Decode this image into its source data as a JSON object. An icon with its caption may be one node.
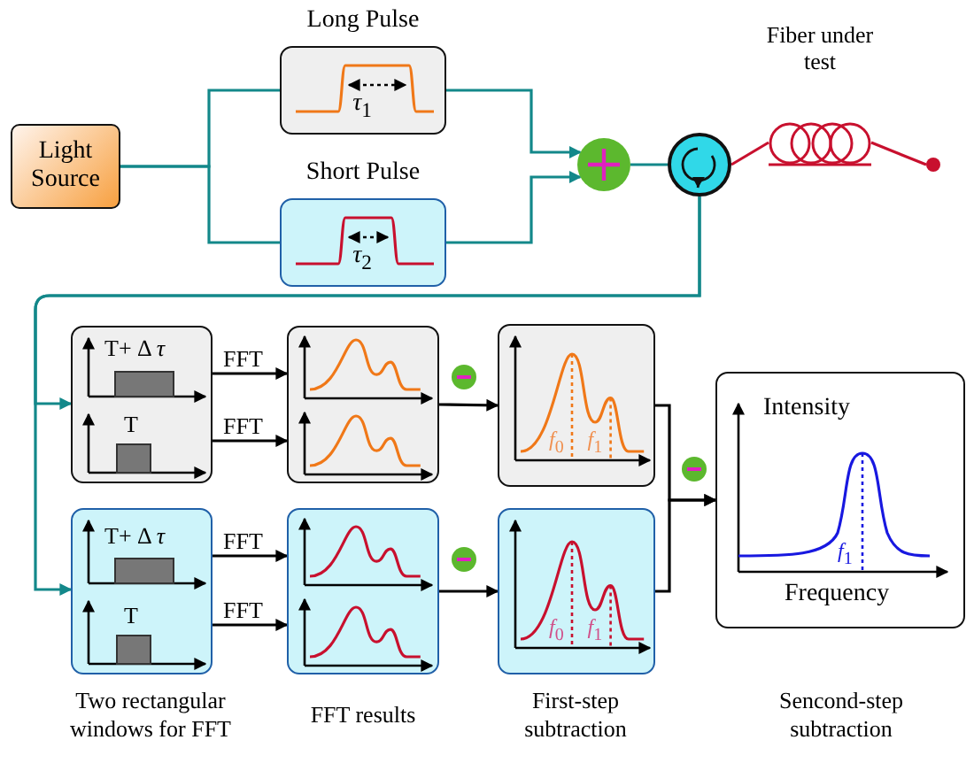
{
  "diagram": {
    "nodes": [
      {
        "text": [
          "Light Source"
        ]
      },
      {
        "text": [
          "Long Pulse",
          "*τ*$_{1}$"
        ]
      },
      {
        "text": [
          "Short Pulse",
          "*τ*$_{2}$"
        ]
      },
      {
        "text": [],
        "shape": "circle"
      },
      {
        "text": [],
        "shape": "circle"
      },
      {
        "text": [
          "Fiber under test"
        ]
      },
      {
        "text": [],
        "shape": "circle"
      },
      {
        "text": [
          "T+ Δ *τ*",
          "T"
        ]
      },
      {
        "text": [],
        "shape": "box"
      },
      {
        "text": [
          "*f*$_{0}$",
          "*f*$_{1}$"
        ]
      },
      {
        "text": [
          "T+ Δ *τ*",
          "T"
        ]
      },
      {
        "text": [],
        "shape": "box"
      },
      {
        "text": [
          "*f*$_{0}$",
          "*f*$_{1}$"
        ]
      },
      {
        "text": [
          "Intensity",
          "*f*$_{1}$",
          "Frequency"
        ]
      }
    ],
    "edges": [
      {
        "from": 0,
        "to": 1,
        "arrow": "none",
        "color": "#13888a"
      },
      {
        "from": 0,
        "to": 2,
        "arrow": "none",
        "color": "#13888a"
      },
      {
        "from": 1,
        "to": 3,
        "arrow": "to",
        "color": "#13888a"
      },
      {
        "from": 2,
        "to": 3,
        "arrow": "to",
        "color": "#13888a"
      },
      {
        "from": 3,
        "to": 4,
        "arrow": "none",
        "color": "#13888a"
      },
      {
        "from": 4,
        "to": 5,
        "arrow": "none",
        "color": "#c8102e"
      },
      {
        "from": 5,
        "to": 6,
        "arrow": "none",
        "color": "#c8102e"
      },
      {
        "from": 4,
        "to": 7,
        "arrow": "to",
        "color": "#13888a"
      },
      {
        "from": 4,
        "to": 10,
        "arrow": "to",
        "color": "#13888a"
      },
      {
        "from": 7,
        "to": 8,
        "arrow": "to",
        "label": "FFT"
      },
      {
        "from": 7,
        "to": 8,
        "arrow": "to",
        "label": "FFT"
      },
      {
        "from": 10,
        "to": 11,
        "arrow": "to",
        "label": "FFT"
      },
      {
        "from": 10,
        "to": 11,
        "arrow": "to",
        "label": "FFT"
      },
      {
        "from": 8,
        "to": 9,
        "arrow": "to"
      },
      {
        "from": 11,
        "to": 12,
        "arrow": "to"
      },
      {
        "from": 9,
        "to": 13,
        "arrow": "to"
      },
      {
        "from": 12,
        "to": 13,
        "arrow": "to"
      }
    ],
    "labels": [
      "Two rectangular windows for FFT",
      "FFT results",
      "First-step subtraction",
      "Sencond-step subtraction"
    ]
  }
}
